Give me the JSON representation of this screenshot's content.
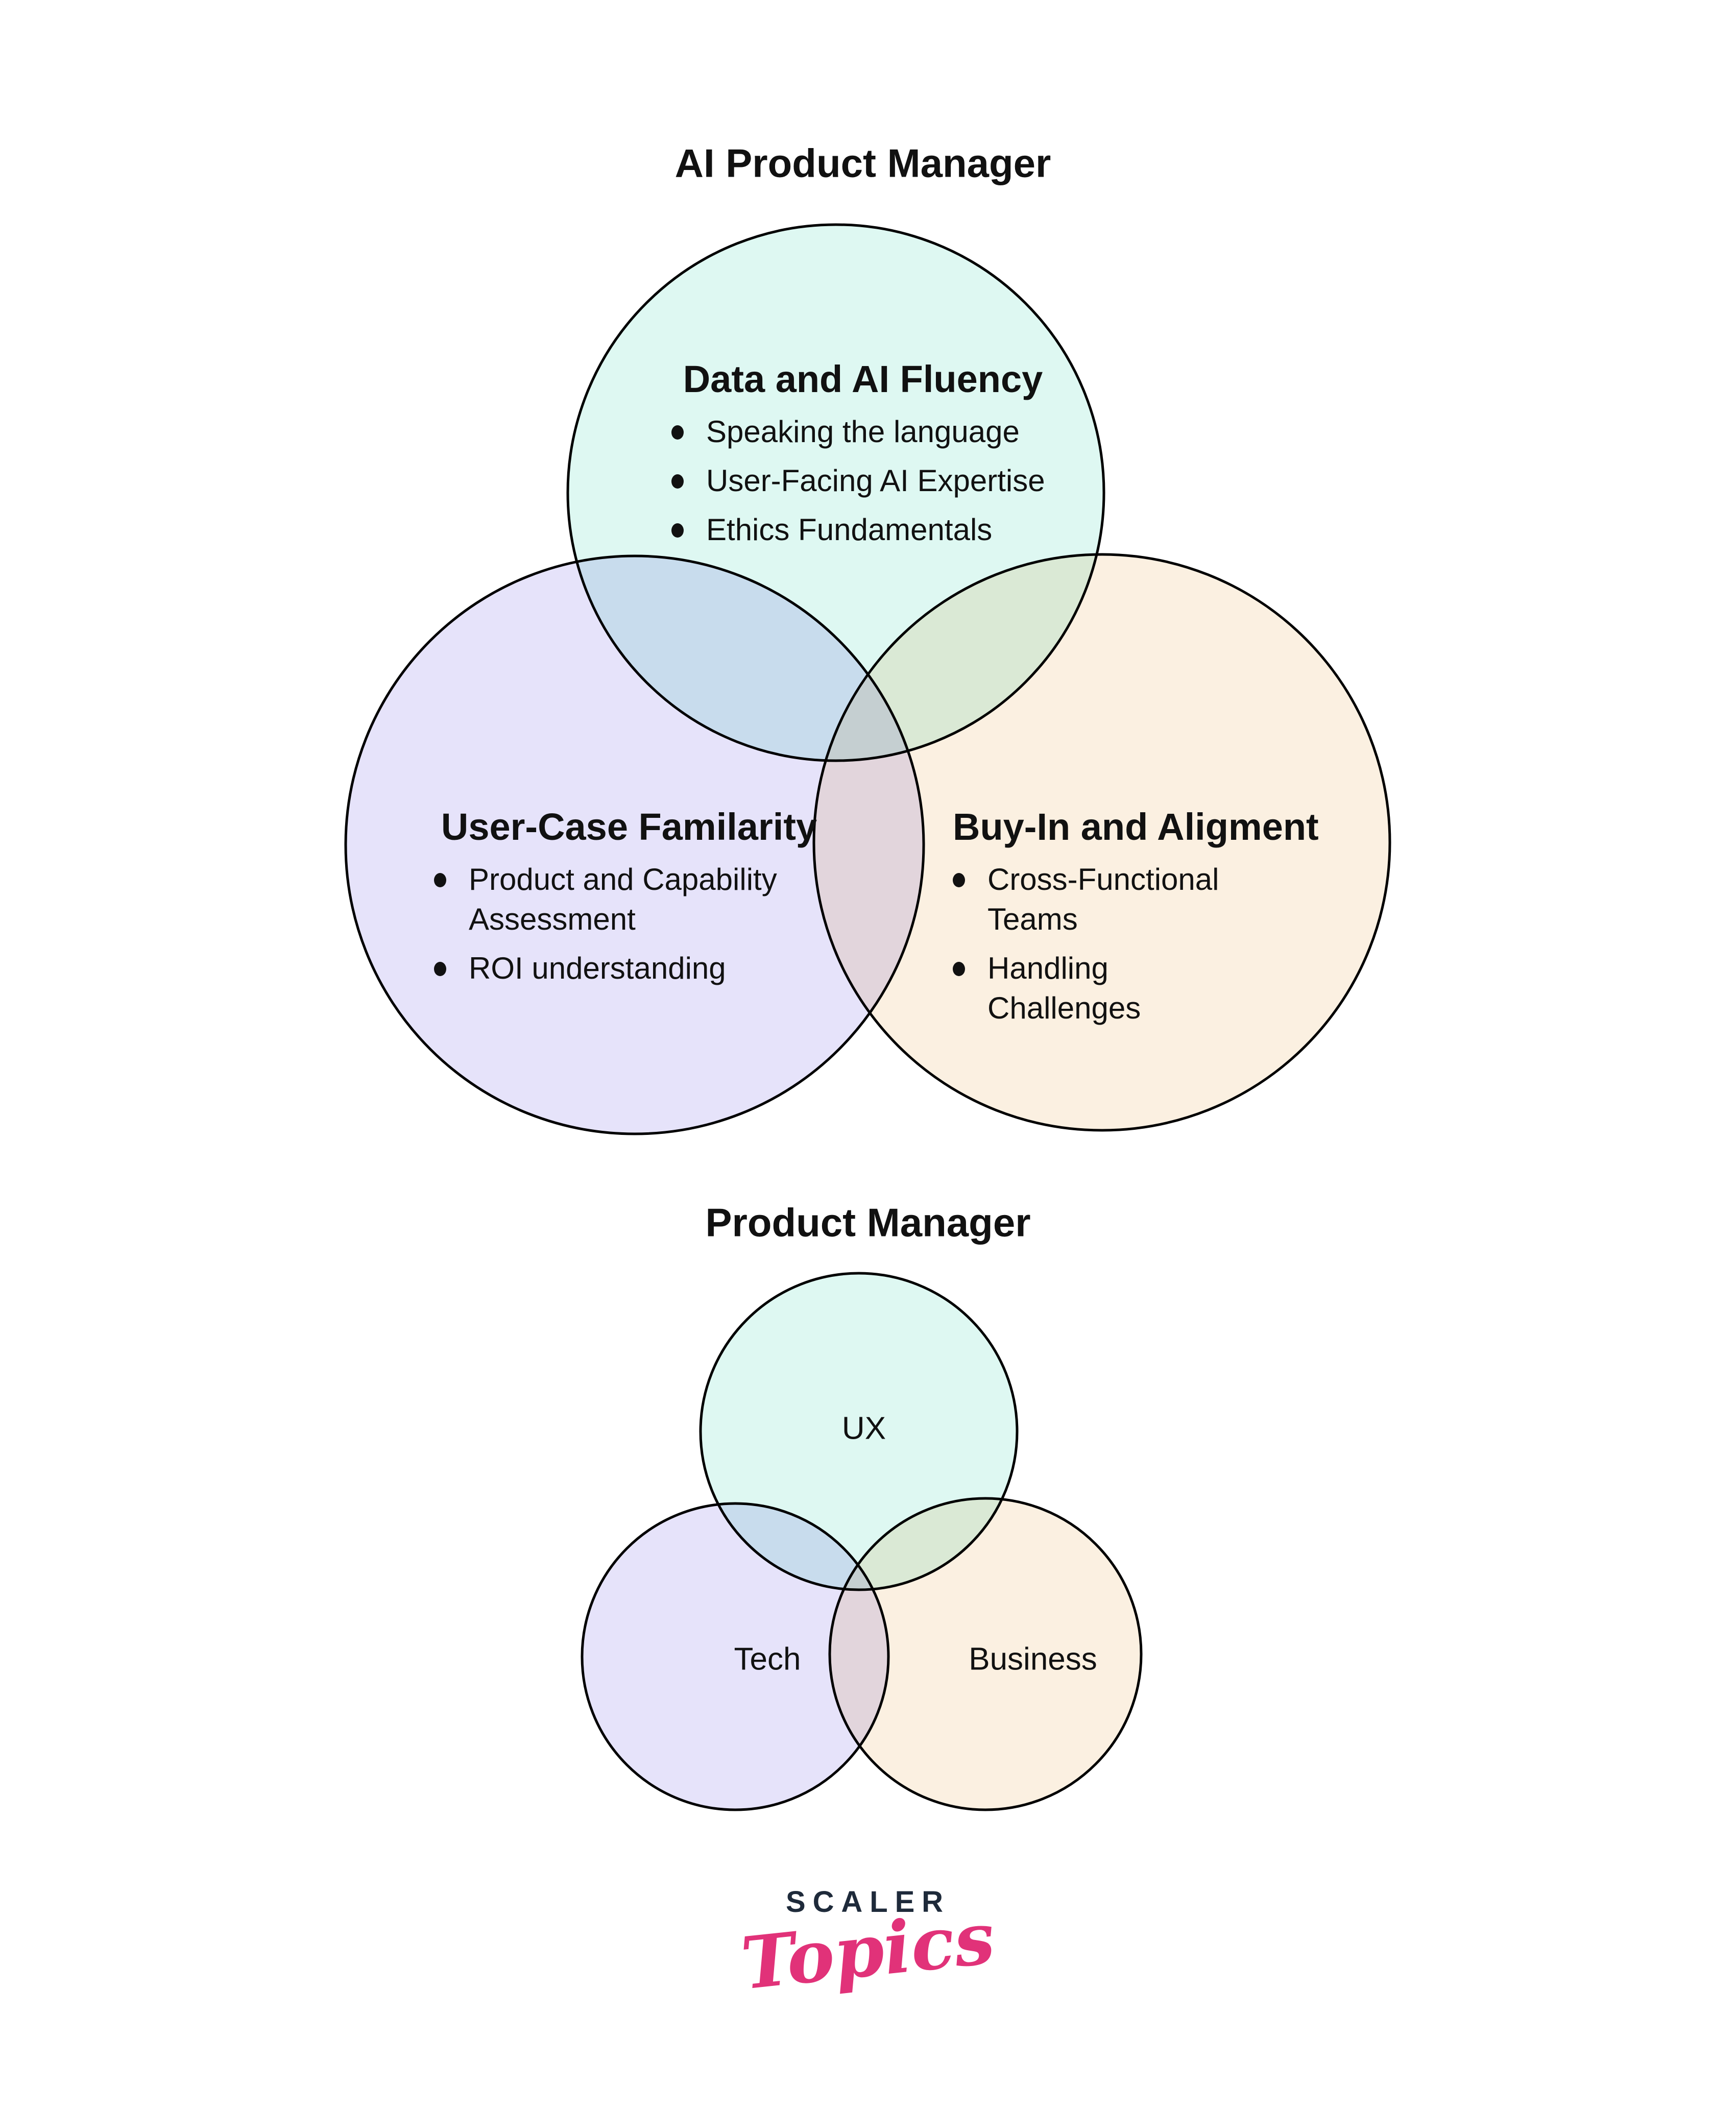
{
  "colors": {
    "mint": "#def8f2",
    "lavender": "#e6e3fa",
    "peach": "#fbf0e1",
    "stroke": "#000000",
    "text": "#111111",
    "logo_navy": "#1e2a3a",
    "logo_pink": "#e13279"
  },
  "diagram1": {
    "title": "AI Product Manager",
    "circles": {
      "top": {
        "heading": "Data and AI Fluency",
        "bullets": [
          "Speaking the language",
          "User-Facing AI Expertise",
          "Ethics Fundamentals"
        ]
      },
      "left": {
        "heading": "User-Case Familarity",
        "bullets": [
          "Product and Capability Assessment",
          "ROI understanding"
        ]
      },
      "right": {
        "heading": "Buy-In and Aligment",
        "bullets": [
          "Cross-Functional Teams",
          "Handling Challenges"
        ]
      }
    }
  },
  "diagram2": {
    "title": "Product Manager",
    "circles": {
      "top": {
        "label": "UX"
      },
      "left": {
        "label": "Tech"
      },
      "right": {
        "label": "Business"
      }
    }
  },
  "logo": {
    "line1": "SCALER",
    "line2": "Topics"
  }
}
